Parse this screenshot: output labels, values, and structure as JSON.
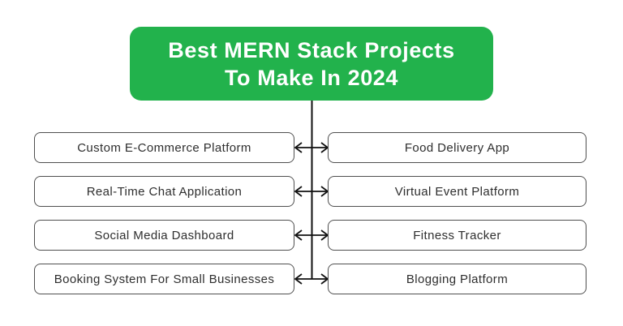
{
  "title": {
    "line1": "Best MERN Stack Projects",
    "line2": "To Make In 2024"
  },
  "rows": [
    {
      "left": "Custom E-Commerce Platform",
      "right": "Food Delivery App"
    },
    {
      "left": "Real-Time Chat Application",
      "right": "Virtual Event Platform"
    },
    {
      "left": "Social Media Dashboard",
      "right": "Fitness Tracker"
    },
    {
      "left": "Booking System For Small Businesses",
      "right": "Blogging Platform"
    }
  ],
  "connectors": {
    "style": "double-headed-arrow",
    "arrow_icon": "left-right-arrow-icon"
  },
  "colors": {
    "header_bg": "#22b24c",
    "header_text": "#ffffff",
    "box_border": "#4f4f4f",
    "box_text": "#2e2e2e",
    "connector": "#111111"
  }
}
